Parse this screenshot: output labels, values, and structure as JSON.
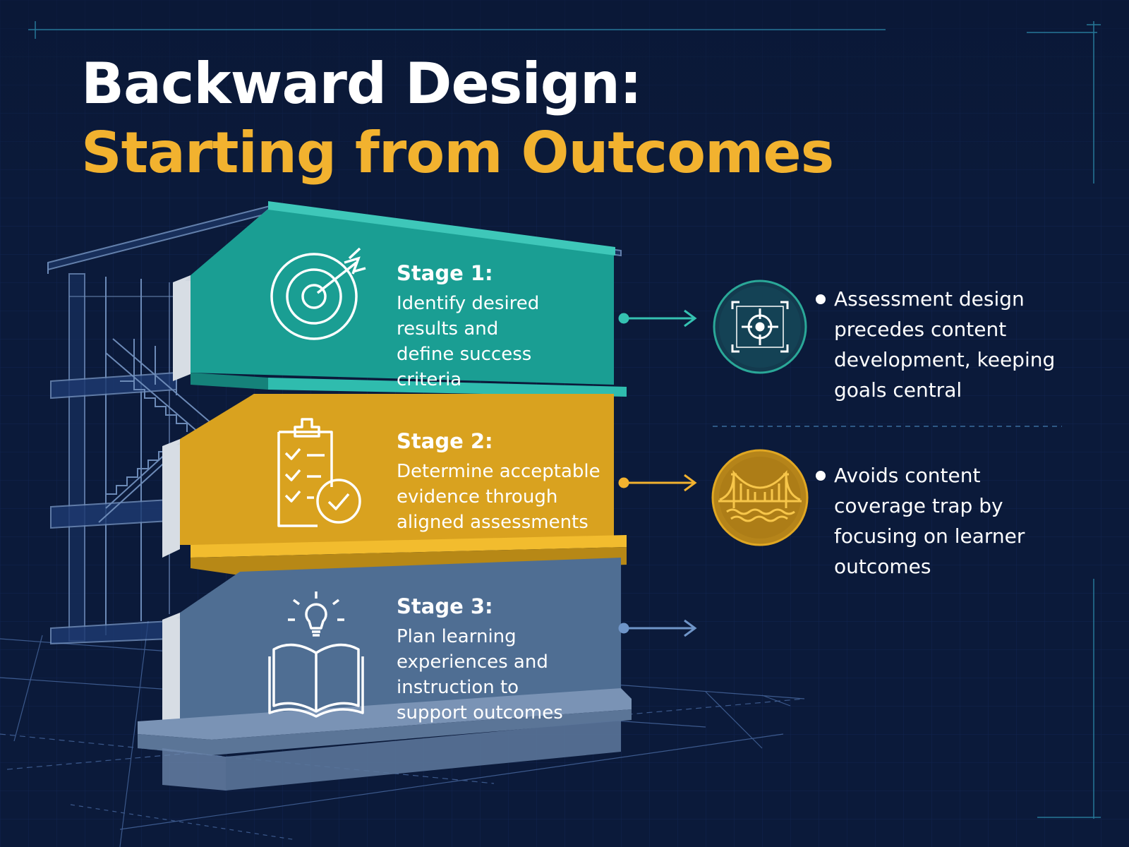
{
  "title": {
    "line1": "Backward Design:",
    "line2": "Starting from Outcomes"
  },
  "stages": [
    {
      "heading": "Stage 1:",
      "description": "Identify desired results and define success criteria",
      "icon": "target-icon",
      "color": "#1a9e93"
    },
    {
      "heading": "Stage 2:",
      "description": "Determine acceptable evidence through aligned assessments",
      "icon": "clipboard-check-icon",
      "color": "#d9a21f"
    },
    {
      "heading": "Stage 3:",
      "description": "Plan learning experiences and instruction to support outcomes",
      "icon": "book-lightbulb-icon",
      "color": "#4f6e93"
    }
  ],
  "callouts": [
    {
      "icon": "crosshair-frame-icon",
      "text": "Assessment design precedes content development, keeping goals central",
      "color": "#2aa898"
    },
    {
      "icon": "bridge-icon",
      "text": "Avoids content coverage trap by focusing on learner outcomes",
      "color": "#e0a722"
    }
  ],
  "colors": {
    "background": "#0b1a3a",
    "title_white": "#ffffff",
    "title_accent": "#f2b22f",
    "teal": "#1a9e93",
    "gold": "#d9a21f",
    "slate": "#4f6e93",
    "blueprint_line": "#5b7fb8"
  }
}
